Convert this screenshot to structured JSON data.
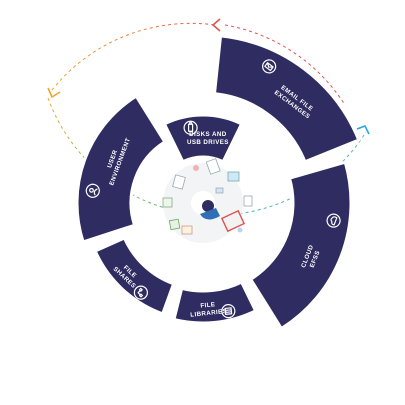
{
  "segments": {
    "email": {
      "line1": "EMAIL FILE",
      "line2": "EXCHANGES"
    },
    "cloud": {
      "line1": "CLOUD",
      "line2": "EFSS"
    },
    "libraries": {
      "line1": "FILE",
      "line2": "LIBRARIES"
    },
    "shares": {
      "line1": "FILE",
      "line2": "SHARES"
    },
    "user": {
      "line1": "USER",
      "line2": "ENVIRONMENT"
    },
    "disks": {
      "line1": "DISKS AND",
      "line2": "USB DRIVES"
    }
  },
  "icons": {
    "email": "envelope-icon",
    "cloud": "cloud-icon",
    "libraries": "list-document-icon",
    "shares": "network-shares-icon",
    "user": "user-icon",
    "disks": "usb-drive-icon"
  },
  "colors": {
    "segment": "#2f2c62",
    "ring_red": "#e0534e",
    "ring_orange": "#f4a52a",
    "ring_blue": "#2aa7df"
  }
}
